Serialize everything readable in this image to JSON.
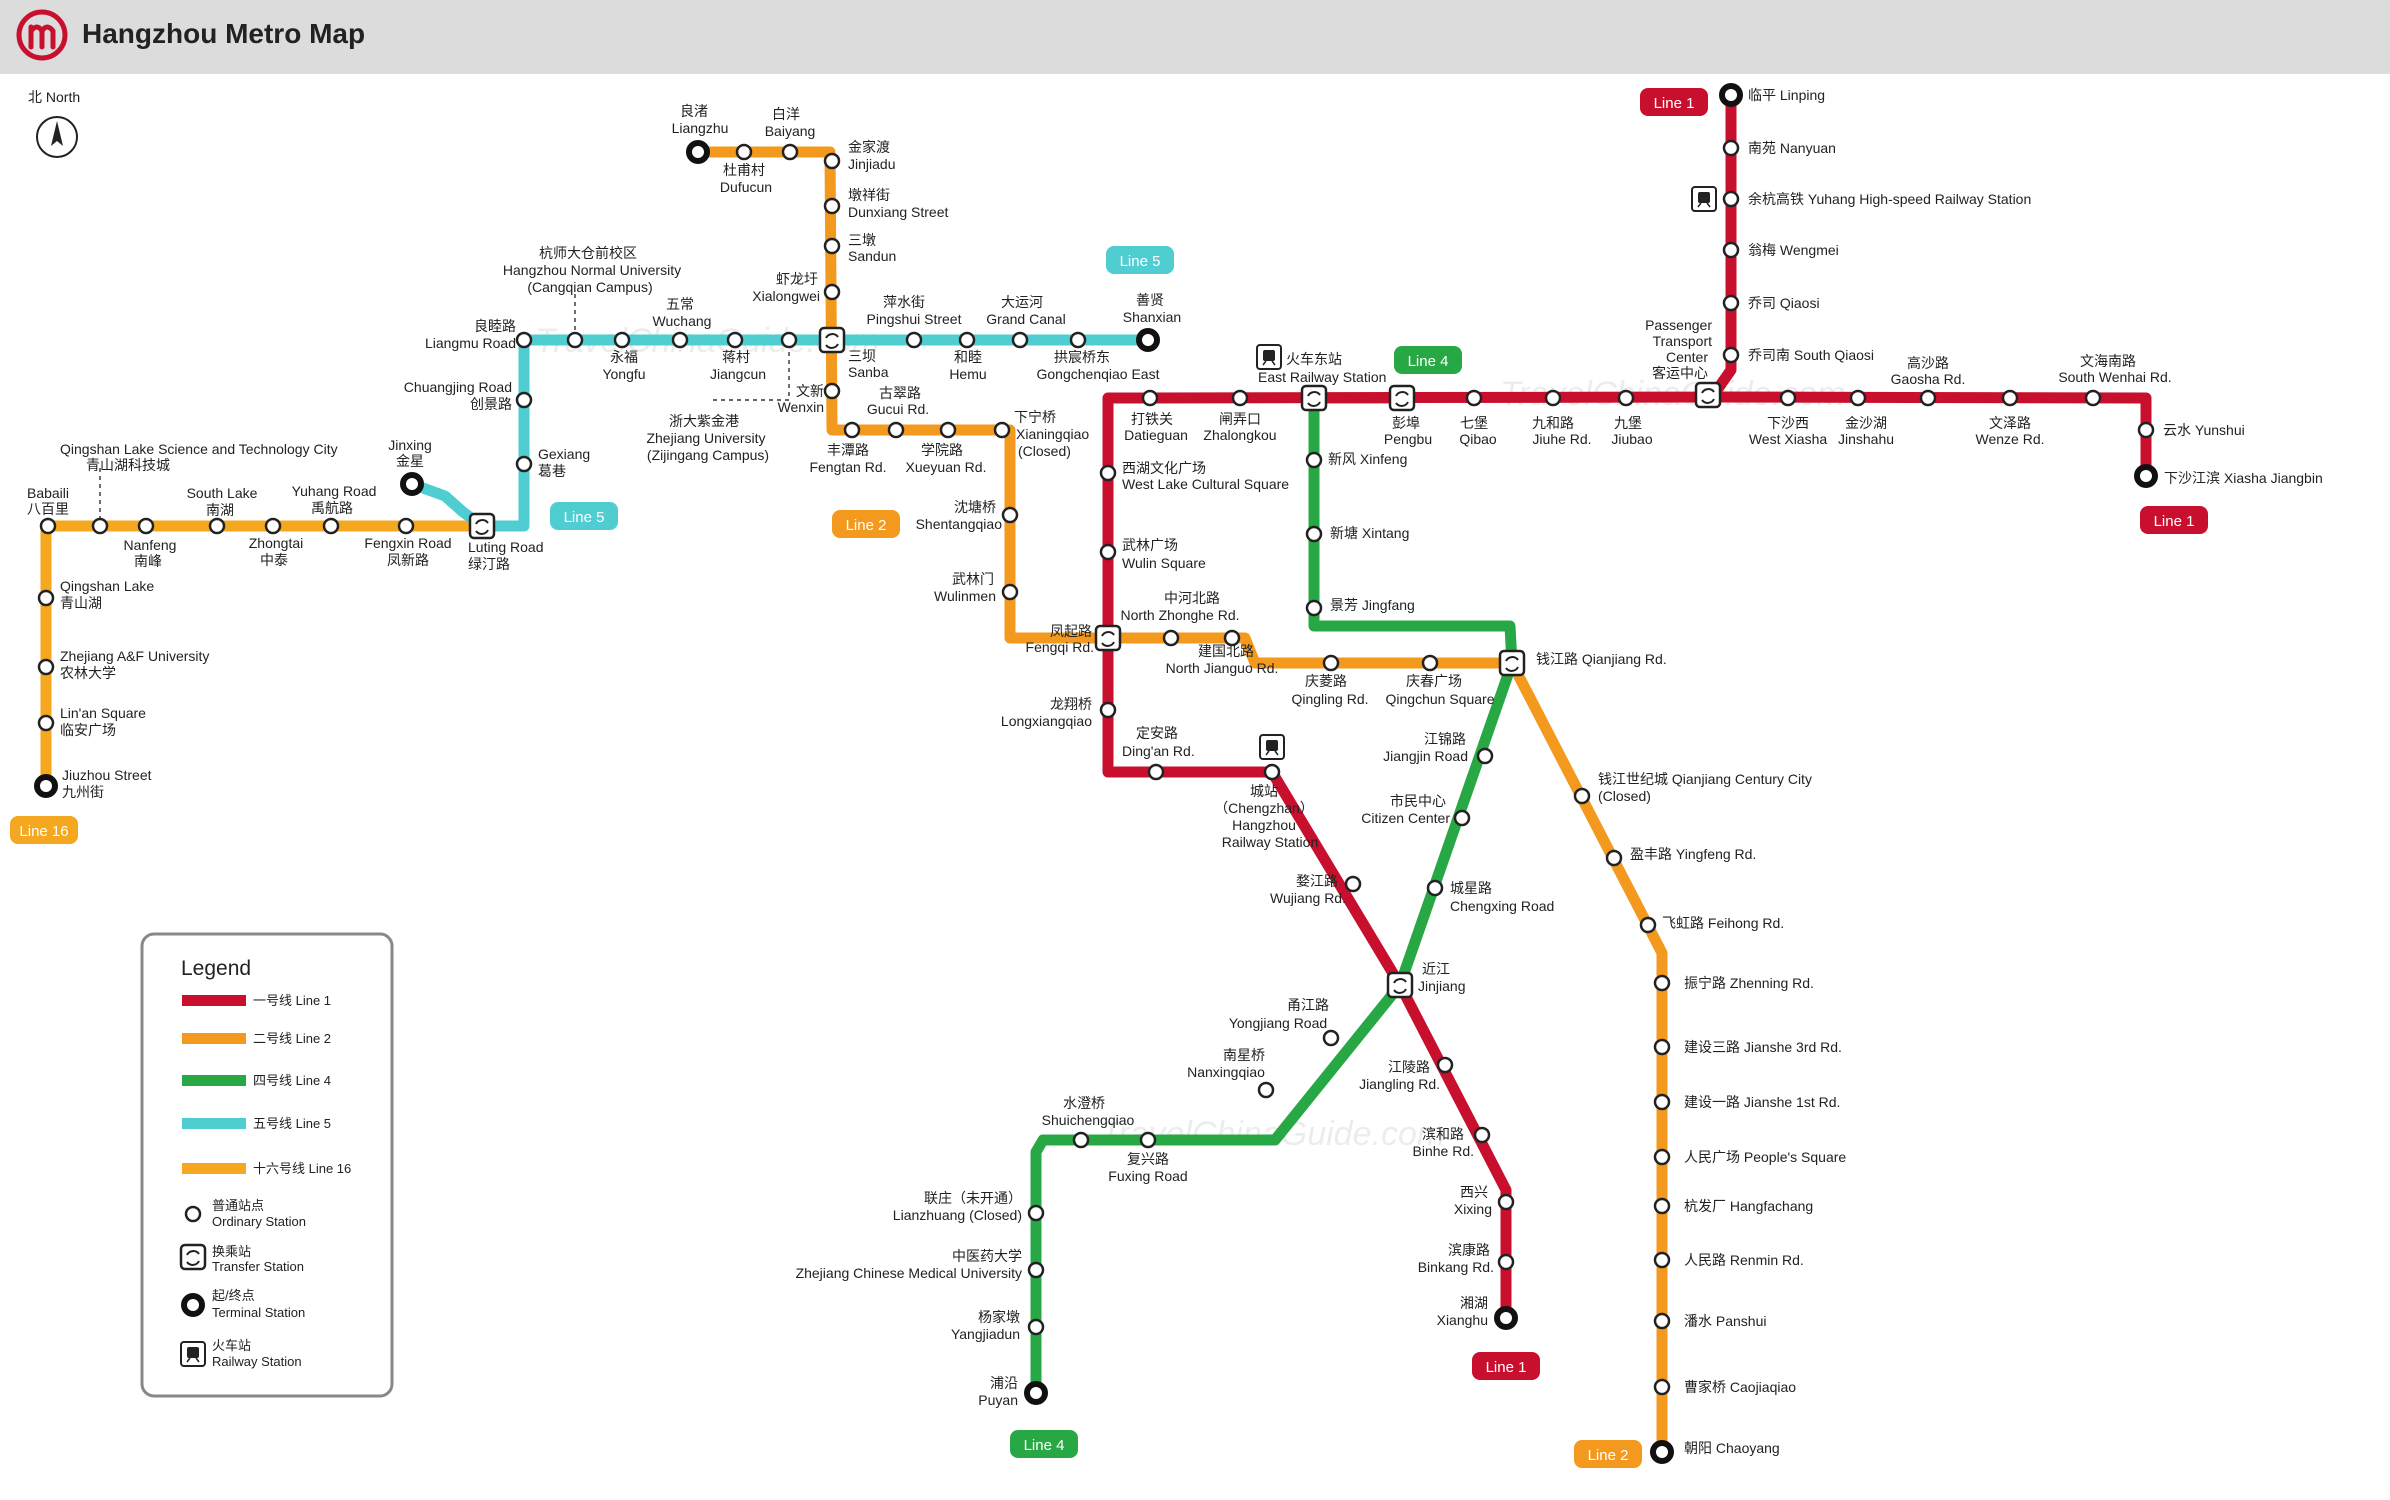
{
  "header": {
    "title": "Hangzhou Metro Map"
  },
  "compass": {
    "label": "北 North"
  },
  "watermark": "TravelChinaGuide.com",
  "colors": {
    "line1": "#c8102e",
    "line2": "#f39a1e",
    "line4": "#27a844",
    "line5": "#4fcdd1",
    "line16": "#f5a81f"
  },
  "line_tags": {
    "line1_top": "Line 1",
    "line1_right": "Line 1",
    "line1_bottom": "Line 1",
    "line2_upper": "Line 2",
    "line2_bottom": "Line 2",
    "line4_top": "Line 4",
    "line4_bottom": "Line 4",
    "line5_top": "Line 5",
    "line5_left": "Line 5",
    "line16": "Line 16"
  },
  "stations": {
    "linping": "临平 Linping",
    "nanyuan": "南苑  Nanyuan",
    "yuhang_hsr": "余杭高铁 Yuhang High-speed Railway Station",
    "wengmei": "翁梅 Wengmei",
    "qiaosi": "乔司 Qiaosi",
    "south_qiaosi": "乔司南 South Qiaosi",
    "ptc_1": "Passenger",
    "ptc_2": "Transport",
    "ptc_3": "Center",
    "ptc_4": "客运中心",
    "gaosha_1": "高沙路",
    "gaosha_2": "Gaosha Rd.",
    "wenhai_1": "文海南路",
    "wenhai_2": "South Wenhai Rd.",
    "xiasha_1": "下沙西",
    "xiasha_2": "West Xiasha",
    "jinshahu_1": "金沙湖",
    "jinshahu_2": "Jinshahu",
    "wenze_1": "文泽路",
    "wenze_2": "Wenze Rd.",
    "yunshui": "云水 Yunshui",
    "xiasha_jiangbin": "下沙江滨 Xiasha Jiangbin",
    "jiuhe_1": "九和路",
    "jiuhe_2": "Jiuhe Rd.",
    "jiubao_1": "九堡",
    "jiubao_2": "Jiubao",
    "qibao_1": "七堡",
    "qibao_2": "Qibao",
    "pengbu_1": "彭埠",
    "pengbu_2": "Pengbu",
    "east_rail_1": "火车东站",
    "east_rail_2": "East Railway Station",
    "zhalongkou_1": "闸弄口",
    "zhalongkou_2": "Zhalongkou",
    "datieguan_1": "打铁关",
    "datieguan_2": "Datieguan",
    "xifeng": "新风 Xinfeng",
    "xintang": "新塘 Xintang",
    "jingfang": "景芳 Jingfang",
    "qianjiang": "钱江路 Qianjiang Rd.",
    "century_1": "钱江世纪城 Qianjiang Century City",
    "century_2": "(Closed)",
    "yingfeng": "盈丰路 Yingfeng Rd.",
    "feihong": "飞虹路 Feihong Rd.",
    "zhenning": "振宁路 Zhenning Rd.",
    "jianshe3": "建设三路 Jianshe 3rd Rd.",
    "jianshe1": "建设一路 Jianshe 1st Rd.",
    "peoples": "人民广场 People's Square",
    "hangfachang": "杭发厂 Hangfachang",
    "renmin": "人民路 Renmin Rd.",
    "panshui": "潘水 Panshui",
    "caojiaqiao": "曹家桥 Caojiaqiao",
    "chaoyang": "朝阳 Chaoyang",
    "jiangjin_1": "江锦路",
    "jiangjin_2": "Jiangjin Road",
    "citizen_1": "市民中心",
    "citizen_2": "Citizen Center",
    "chengxing_1": "城星路",
    "chengxing_2": "Chengxing Road",
    "jinjiang_1": "近江",
    "jinjiang_2": "Jinjiang",
    "yongjiang_1": "甬江路",
    "yongjiang_2": "Yongjiang Road",
    "nanxingqiao_1": "南星桥",
    "nanxingqiao_2": "Nanxingqiao",
    "fuxing_1": "复兴路",
    "fuxing_2": "Fuxing Road",
    "shuicheng_1": "水澄桥",
    "shuicheng_2": "Shuichengqiao",
    "lianzhuang_1": "联庄（未开通）",
    "lianzhuang_2": "Lianzhuang (Closed)",
    "zcmu_1": "中医药大学",
    "zcmu_2": "Zhejiang Chinese Medical University",
    "yangjiadun_1": "杨家墩",
    "yangjiadun_2": "Yangjiadun",
    "puyan_1": "浦沿",
    "puyan_2": "Puyan",
    "jiangling_1": "江陵路",
    "jiangling_2": "Jiangling Rd.",
    "binhe_1": "滨和路",
    "binhe_2": "Binhe Rd.",
    "xixing_1": "西兴",
    "xixing_2": "Xixing",
    "binkang_1": "滨康路",
    "binkang_2": "Binkang Rd.",
    "xianghu_1": "湘湖",
    "xianghu_2": "Xianghu",
    "wujiang_1": "婺江路",
    "wujiang_2": "Wujiang Rd.",
    "chengzhan_1": "城站",
    "chengzhan_2": "（Chengzhan）",
    "chengzhan_3": "Hangzhou",
    "chengzhan_4": "Railway Station",
    "dingan_1": "定安路",
    "dingan_2": "Ding'an Rd.",
    "longxiang_1": "龙翔桥",
    "longxiang_2": "Longxiangqiao",
    "fengqi_1": "凤起路",
    "fengqi_2": "Fengqi Rd.",
    "zhonghe_1": "中河北路",
    "zhonghe_2": "North Zhonghe Rd.",
    "jianguo_1": "建国北路",
    "jianguo_2": "North Jianguo Rd.",
    "qingling_1": "庆菱路",
    "qingling_2": "Qingling Rd.",
    "qingchun_1": "庆春广场",
    "qingchun_2": "Qingchun Square",
    "wulin_1": "武林广场",
    "wulin_2": "Wulin Square",
    "westlake_1": "西湖文化广场",
    "westlake_2": "West Lake Cultural Square",
    "wulinmen_1": "武林门",
    "wulinmen_2": "Wulinmen",
    "shentang_1": "沈塘桥",
    "shentang_2": "Shentangqiao",
    "xianing_1": "下宁桥",
    "xianing_2": "Xianingqiao",
    "xianing_3": "(Closed)",
    "xueyuan_1": "学院路",
    "xueyuan_2": "Xueyuan Rd.",
    "gucui_1": "古翠路",
    "gucui_2": "Gucui Rd.",
    "fengtan_1": "丰潭路",
    "fengtan_2": "Fengtan Rd.",
    "wenxin_1": "文新",
    "wenxin_2": "Wenxin",
    "sanba_1": "三坝",
    "sanba_2": "Sanba",
    "xialong_1": "虾龙圩",
    "xialong_2": "Xialongwei",
    "sandun_1": "三墩",
    "sandun_2": "Sandun",
    "dunxiang_1": "墩祥街",
    "dunxiang_2": "Dunxiang Street",
    "jinjiadu_1": "金家渡",
    "jinjiadu_2": "Jinjiadu",
    "baiyang_1": "白洋",
    "baiyang_2": "Baiyang",
    "dufucun_1": "杜甫村",
    "dufucun_2": "Dufucun",
    "liangzhu_1": "良渚",
    "liangzhu_2": "Liangzhu",
    "pingshui_1": "萍水街",
    "pingshui_2": "Pingshui Street",
    "hemu_1": "和睦",
    "hemu_2": "Hemu",
    "grandcanal_1": "大运河",
    "grandcanal_2": "Grand Canal",
    "gcq_1": "拱宸桥东",
    "gcq_2": "Gongchenqiao East",
    "shanxian_1": "善贤",
    "shanxian_2": "Shanxian",
    "jiangcun_1": "蒋村",
    "jiangcun_2": "Jiangcun",
    "zijingang_1": "浙大紫金港",
    "zijingang_2": "Zhejiang University",
    "zijingang_3": "(Zijingang Campus)",
    "wuchang_1": "五常",
    "wuchang_2": "Wuchang",
    "yongfu_1": "永福",
    "yongfu_2": "Yongfu",
    "cangqian_1": "杭师大仓前校区",
    "cangqian_2": "Hangzhou Normal University",
    "cangqian_3": "(Cangqian Campus)",
    "liangmu_1": "良睦路",
    "liangmu_2": "Liangmu Road",
    "chuangjing_1": "Chuangjing Road",
    "chuangjing_2": "创景路",
    "gexiang_1": "Gexiang",
    "gexiang_2": "葛巷",
    "luting_1": "Luting Road",
    "luting_2": "绿汀路",
    "jinxing_1": "Jinxing",
    "jinxing_2": "金星",
    "fengxin_1": "Fengxin Road",
    "fengxin_2": "凤新路",
    "yuhang_1": "Yuhang Road",
    "yuhang_2": "禹航路",
    "zhongtai_1": "Zhongtai",
    "zhongtai_2": "中泰",
    "southlake_1": "South Lake",
    "southlake_2": "南湖",
    "nanfeng_1": "Nanfeng",
    "nanfeng_2": "南峰",
    "qstc_1": "Qingshan Lake Science and Technology City",
    "qstc_2": "青山湖科技城",
    "babaili_1": "Babaili",
    "babaili_2": "八百里",
    "qslake_1": "Qingshan Lake",
    "qslake_2": "青山湖",
    "zafu_1": "Zhejiang A&F University",
    "zafu_2": "农林大学",
    "linan_1": "Lin'an Square",
    "linan_2": "临安广场",
    "jiuzhou_1": "Jiuzhou Street",
    "jiuzhou_2": "九州街"
  },
  "legend": {
    "title": "Legend",
    "line1": "一号线  Line 1",
    "line2": "二号线  Line 2",
    "line4": "四号线  Line 4",
    "line5": "五号线  Line 5",
    "line16": "十六号线  Line 16",
    "ordinary_cn": "普通站点",
    "ordinary_en": "Ordinary Station",
    "transfer_cn": "换乘站",
    "transfer_en": "Transfer Station",
    "terminal_cn": "起/终点",
    "terminal_en": "Terminal Station",
    "railway_cn": "火车站",
    "railway_en": "Railway Station"
  }
}
